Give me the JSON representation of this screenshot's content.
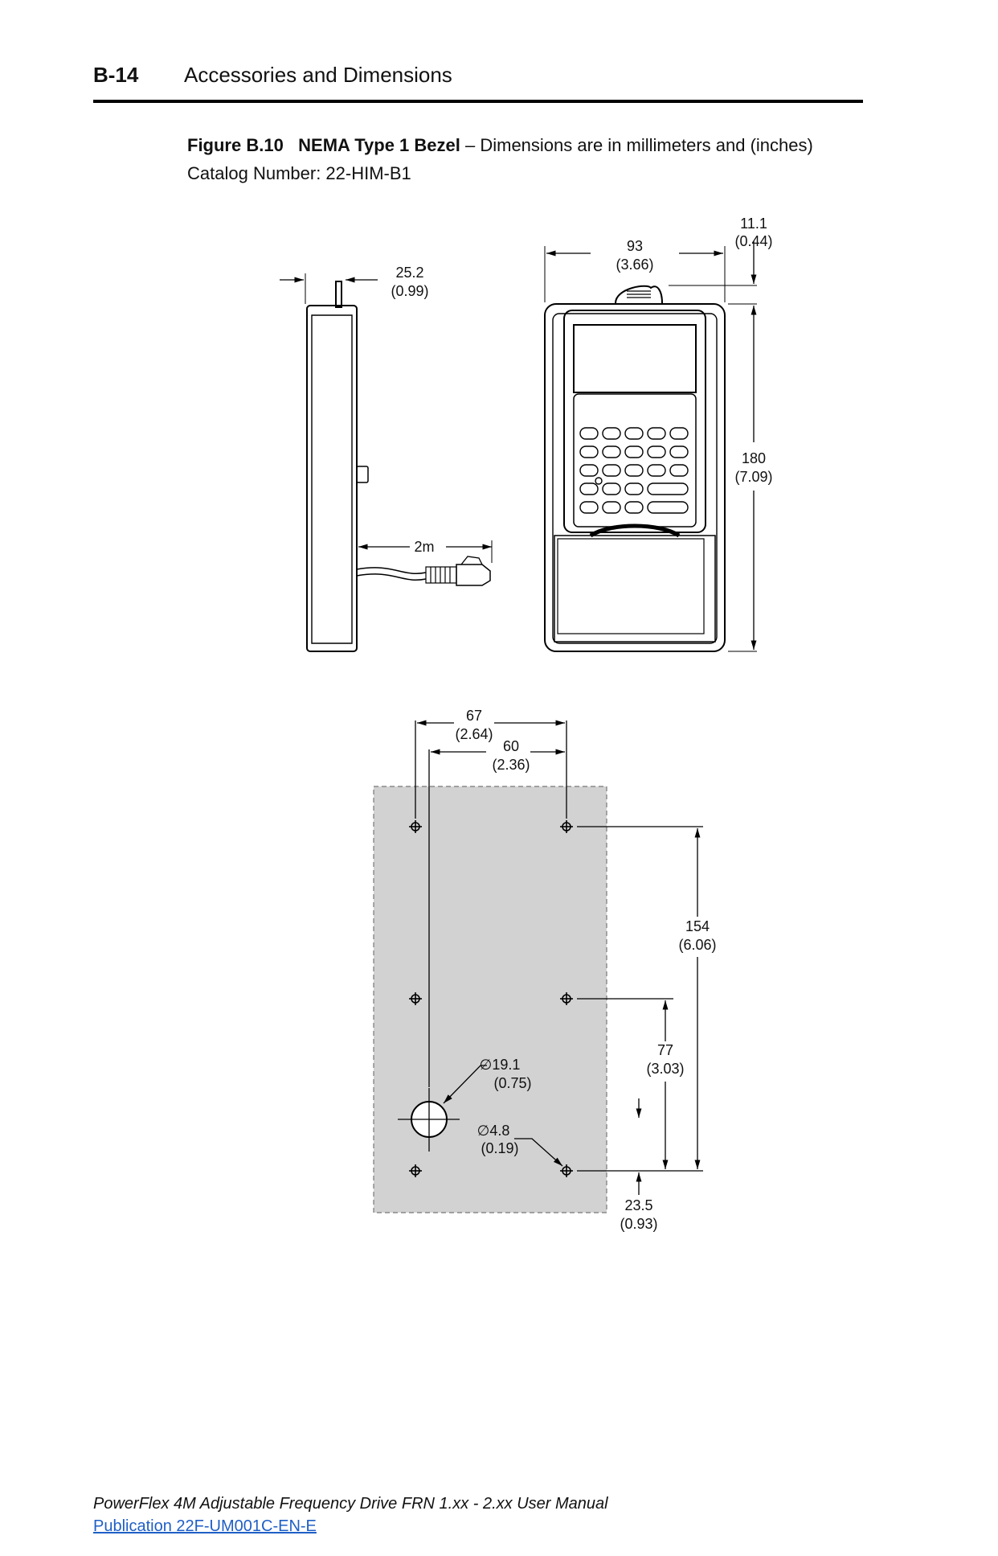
{
  "header": {
    "page_number": "B-14",
    "section_title": "Accessories and Dimensions"
  },
  "figure": {
    "label": "Figure B.10",
    "title": "NEMA Type 1 Bezel",
    "description": "– Dimensions are in millimeters and (inches)",
    "catalog": "Catalog Number: 22-HIM-B1"
  },
  "dimensions": {
    "side_depth_mm": "25.2",
    "side_depth_in": "(0.99)",
    "cable_length": "2m",
    "front_width_mm": "93",
    "front_width_in": "(3.66)",
    "latch_height_mm": "11.1",
    "latch_height_in": "(0.44)",
    "front_height_mm": "180",
    "front_height_in": "(7.09)",
    "outer_hole_span_mm": "67",
    "outer_hole_span_in": "(2.64)",
    "inner_span_mm": "60",
    "inner_span_in": "(2.36)",
    "hole_vertical_span_mm": "154",
    "hole_vertical_span_in": "(6.06)",
    "mid_hole_offset_mm": "77",
    "mid_hole_offset_in": "(3.03)",
    "large_hole_dia_mm": "19.1",
    "large_hole_dia_in": "(0.75)",
    "small_hole_dia_mm": "4.8",
    "small_hole_dia_in": "(0.19)",
    "bottom_offset_mm": "23.5",
    "bottom_offset_in": "(0.93)",
    "diameter_symbol": "∅"
  },
  "footer": {
    "manual_title": "PowerFlex 4M Adjustable Frequency Drive FRN 1.xx - 2.xx User Manual",
    "publication": "Publication 22F-UM001C-EN-E"
  }
}
